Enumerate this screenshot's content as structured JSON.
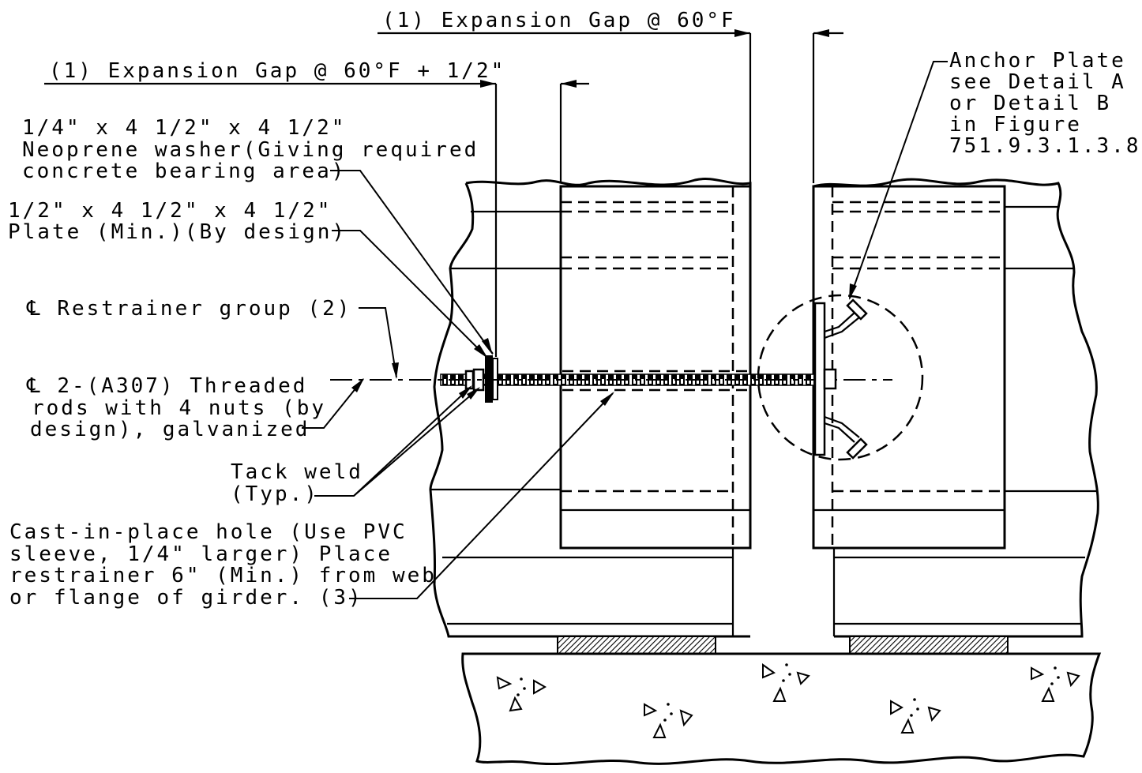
{
  "labels": {
    "gap_top": "(1) Expansion Gap @ 60°F",
    "gap_plus": "(1) Expansion Gap @ 60°F + 1/2\"",
    "washer": [
      "1/4\" x 4 1/2\" x 4 1/2\"",
      "Neoprene washer(Giving required",
      "concrete bearing area)"
    ],
    "plate": [
      "1/2\" x 4 1/2\" x 4 1/2\"",
      "Plate (Min.)(By design)"
    ],
    "restrainer_group": "℄ Restrainer group (2)",
    "rods": [
      "℄ 2-(A307) Threaded",
      "rods with 4 nuts (by",
      "design), galvanized"
    ],
    "tack_weld": [
      "Tack weld",
      "(Typ.)"
    ],
    "cast_hole": [
      "Cast-in-place hole (Use PVC",
      "sleeve, 1/4\" larger) Place",
      "restrainer 6\" (Min.) from web",
      "or flange of girder. (3)"
    ],
    "anchor_plate": [
      "Anchor Plate",
      "see Detail A",
      "or Detail B",
      "in Figure",
      "751.9.3.1.3.8"
    ]
  }
}
